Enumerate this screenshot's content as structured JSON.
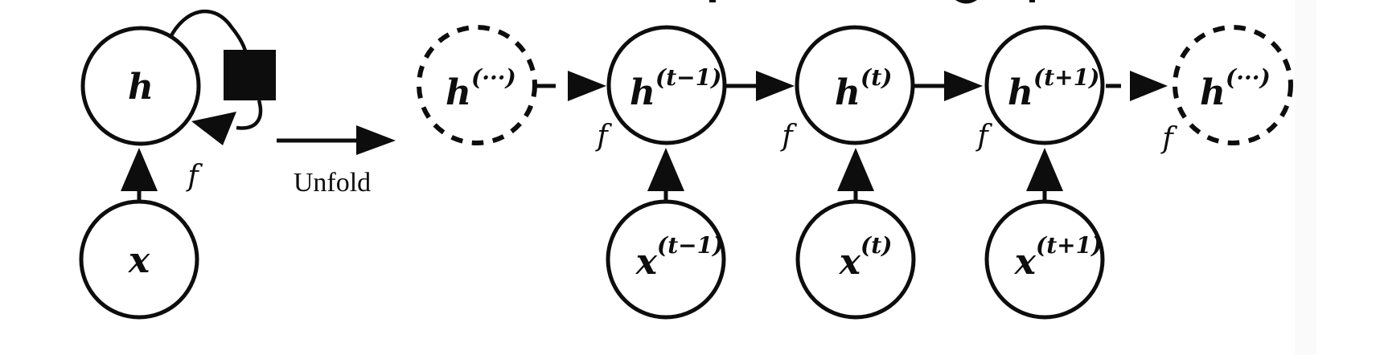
{
  "diagram": {
    "background_color": "#ffffff",
    "ink_color": "#0d0d0d",
    "right_band_color": "#fafafa"
  },
  "folded": {
    "h_label": "h",
    "x_label": "x",
    "f_label": "f"
  },
  "unfold": {
    "label": "Unfold"
  },
  "unfolded": {
    "h_nodes": [
      {
        "base": "h",
        "sup": "(···)",
        "style": "dashed"
      },
      {
        "base": "h",
        "sup": "(t−1)",
        "style": "solid",
        "f": "f"
      },
      {
        "base": "h",
        "sup": "(t)",
        "style": "solid",
        "f": "f"
      },
      {
        "base": "h",
        "sup": "(t+1)",
        "style": "solid",
        "f": "f"
      },
      {
        "base": "h",
        "sup": "(···)",
        "style": "dashed",
        "f": "f"
      }
    ],
    "x_nodes": [
      {
        "base": "x",
        "sup": "(t−1)"
      },
      {
        "base": "x",
        "sup": "(t)"
      },
      {
        "base": "x",
        "sup": "(t+1)"
      }
    ]
  }
}
